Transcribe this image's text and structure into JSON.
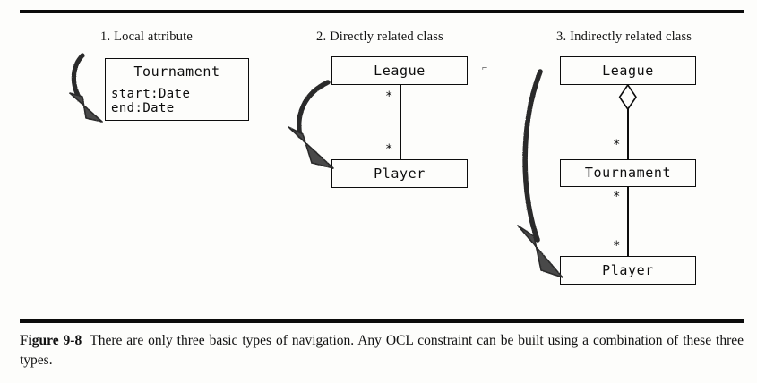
{
  "figure": {
    "label": "Figure 9-8",
    "caption": "There are only three basic types of navigation. Any OCL constraint can be built using a combination of these three types."
  },
  "sections": [
    {
      "title": "1. Local attribute"
    },
    {
      "title": "2. Directly related class"
    },
    {
      "title": "3. Indirectly related class"
    }
  ],
  "diagram1": {
    "class_name": "Tournament",
    "attributes": [
      "start:Date",
      "end:Date"
    ],
    "arrow_target": "attributes-compartment"
  },
  "diagram2": {
    "classes": [
      {
        "name": "League"
      },
      {
        "name": "Player"
      }
    ],
    "association": {
      "kind": "plain",
      "source_multiplicity": "*",
      "target_multiplicity": "*"
    },
    "arrow_target": "Player"
  },
  "diagram3": {
    "classes": [
      {
        "name": "League"
      },
      {
        "name": "Tournament"
      },
      {
        "name": "Player"
      }
    ],
    "associations": [
      {
        "from": "League",
        "to": "Tournament",
        "kind": "aggregation",
        "diamond": "hollow",
        "target_multiplicity": "*"
      },
      {
        "from": "Tournament",
        "to": "Player",
        "kind": "plain",
        "source_multiplicity": "*",
        "target_multiplicity": "*"
      }
    ],
    "arrow_target": "Player"
  },
  "colors": {
    "ink": "#0d0d0d",
    "paper": "#fdfdfb"
  },
  "artifacts": {
    "speck": "⌐"
  }
}
